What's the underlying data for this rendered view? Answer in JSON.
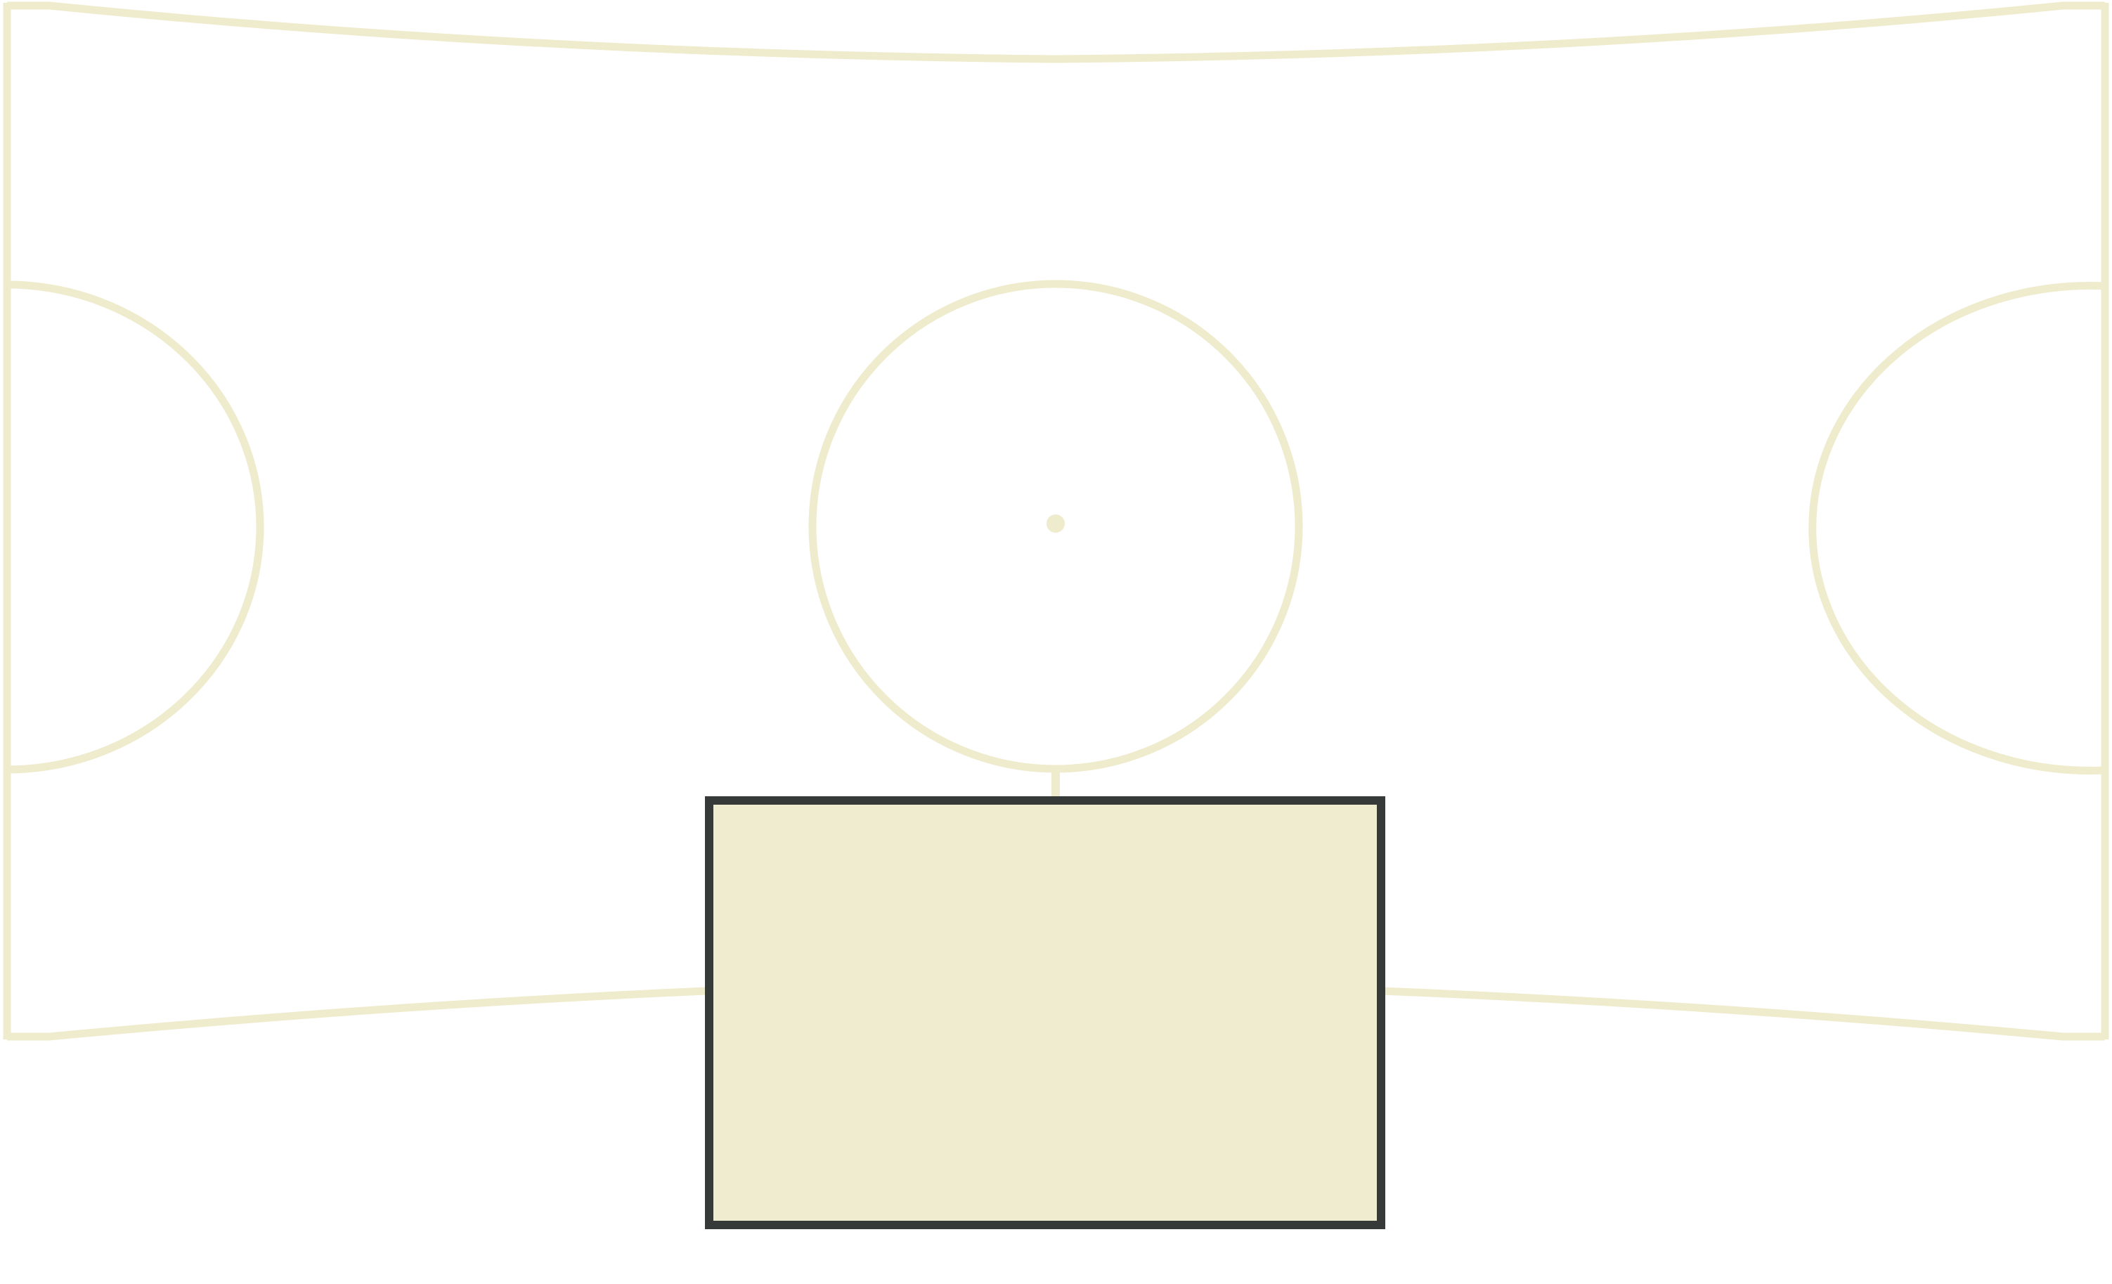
{
  "colors": {
    "background": "#ffffff",
    "court_line": "#efebcd",
    "box_fill": "#efecd0",
    "box_stroke": "#363a38",
    "pole_dark": "#3a3a38"
  },
  "elements": {
    "court_outline": "court-outline",
    "center_circle": "center-circle",
    "center_dot": "center-dot",
    "left_arc": "left-key-arc",
    "right_arc": "right-key-arc",
    "center_line": "center-line",
    "panel": "scoreboard-panel"
  }
}
